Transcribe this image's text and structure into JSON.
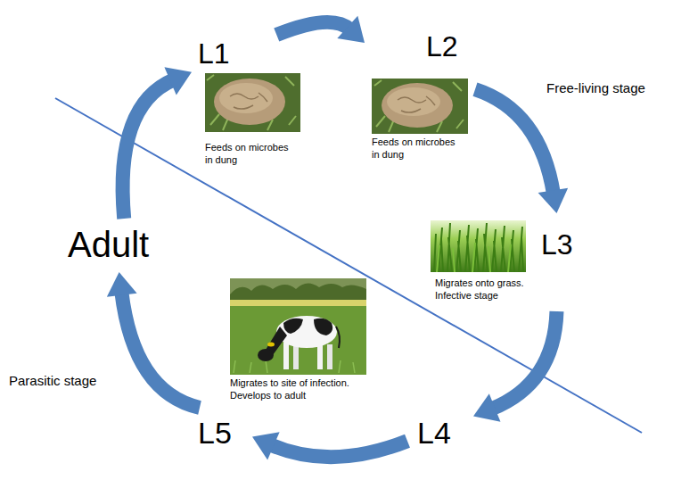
{
  "diagram": {
    "nodes": [
      {
        "text": [
          "L1",
          "Feeds on microbes in dung"
        ]
      },
      {
        "text": [
          "L2",
          "Feeds on microbes in dung"
        ]
      },
      {
        "text": [
          "L3",
          "Migrates onto grass. Infective stage"
        ]
      },
      {
        "text": [
          "Migrates to site of infection. Develops to adult"
        ]
      },
      {
        "text": [
          "L4"
        ]
      },
      {
        "text": [
          "L5"
        ]
      },
      {
        "text": [
          "Adult"
        ]
      }
    ],
    "edges": [
      {
        "from": 0,
        "to": 1,
        "arrow": "to"
      },
      {
        "from": 1,
        "to": 2,
        "arrow": "to"
      },
      {
        "from": 2,
        "to": 4,
        "arrow": "to"
      },
      {
        "from": 4,
        "to": 5,
        "arrow": "to"
      },
      {
        "from": 5,
        "to": 6,
        "arrow": "to"
      },
      {
        "from": 6,
        "to": 0,
        "arrow": "to"
      }
    ],
    "labels": [
      "Free-living stage",
      "Parasitic stage"
    ]
  }
}
